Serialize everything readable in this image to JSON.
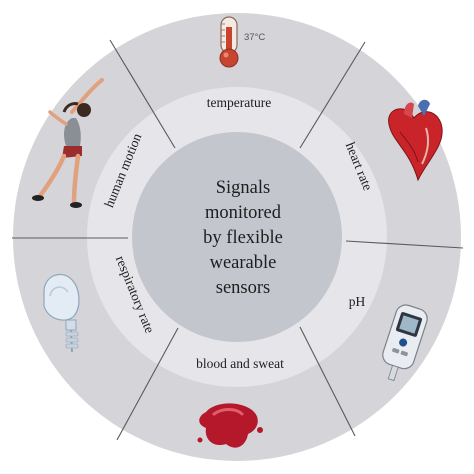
{
  "center": {
    "lines": [
      "Signals",
      "monitored",
      "by flexible",
      "wearable",
      "sensors"
    ]
  },
  "segments": [
    {
      "label": "temperature",
      "icon": "thermometer-icon"
    },
    {
      "label": "heart rate",
      "icon": "heart-icon"
    },
    {
      "label": "pH",
      "icon": "glucometer-icon"
    },
    {
      "label": "blood and sweat",
      "icon": "blood-drop-icon"
    },
    {
      "label": "respiratory rate",
      "icon": "oxygen-mask-icon"
    },
    {
      "label": "human motion",
      "icon": "stretching-woman-icon"
    }
  ],
  "thermometer": {
    "reading": "37°C"
  },
  "colors": {
    "outer_ring": "#d5d5d9",
    "inner_band": "#e6e6ea",
    "center_disc": "#c3c6cd",
    "divider": "#5a5a5a",
    "heart": "#c8242a",
    "blood": "#b5182a",
    "thermometer_bulb": "#c9442e"
  }
}
